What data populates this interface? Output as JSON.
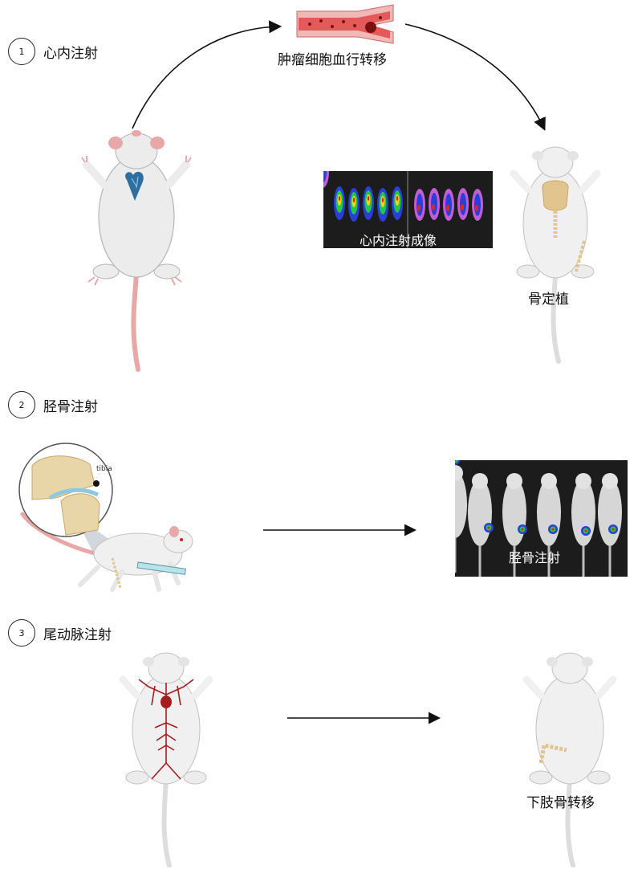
{
  "steps": [
    {
      "number": "1",
      "label": "心内注射"
    },
    {
      "number": "2",
      "label": "胫骨注射"
    },
    {
      "number": "3",
      "label": "尾动脉注射"
    }
  ],
  "captions": {
    "vessel": "肿瘤细胞血行转移",
    "intracardiac_imaging": "心内注射成像",
    "bone_colonization": "骨定植",
    "tibial_imaging": "胫骨注射",
    "hindlimb_metastasis": "下肢骨转移"
  },
  "inset_label": "tibia",
  "colors": {
    "mouse_body": "#ececec",
    "mouse_outline": "#b5b5b5",
    "mouse_pink": "#e9a8a8",
    "heart": "#2f6f9f",
    "bone": "#e2c48e",
    "artery": "#a51d1d",
    "imaging_bg": "#1c1c1c"
  }
}
